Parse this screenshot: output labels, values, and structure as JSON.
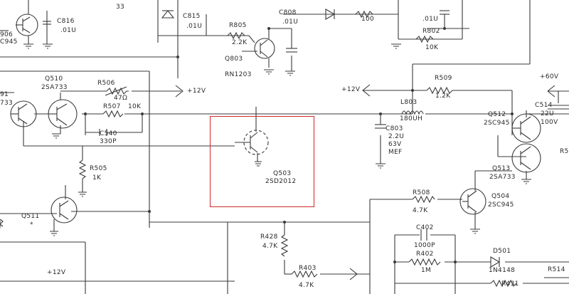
{
  "highlight_color": "#cc2a2a",
  "ink_color": "#3a3a3a",
  "labels": {
    "r_top_33": "33",
    "c816": "C816",
    "c816_val": ".01U",
    "q806_part": "906",
    "q806_type": "C945",
    "c815": "C815",
    "c815_val": ".01U",
    "r805": "R805",
    "r805_val": "2.2K",
    "q803": "Q803",
    "q803_type": "RN1203",
    "c808": "C808",
    "c808_val": ".01U",
    "r_top_100": "100",
    "c_top_val": ".01U",
    "r802": "R802",
    "r802_val": "10K",
    "plus60v": "+60V",
    "q510": "Q510",
    "q510_type": "2SA733",
    "r506": "R506",
    "r506_val": "47Ω",
    "plus12v_a": "+12V",
    "q501_part": "91",
    "q501_type": "733",
    "r507": "R507",
    "r507_val": "10K",
    "c540": "C540",
    "c540_val": "330P",
    "r505": "R505",
    "r505_val": "1K",
    "q511": "Q511",
    "q511_mark": "*",
    "plus12v_b": "+12V",
    "r509": "R509",
    "r509_val": "1.2K",
    "l803": "L803",
    "l803_val": "180UH",
    "c803": "C803",
    "c803_val1": "2.2U",
    "c803_val2": "63V",
    "c803_val3": "MEF",
    "q512": "Q512",
    "q512_type": "2SC945",
    "c514": "C514",
    "c514_val1": "22U",
    "c514_val2": "100V",
    "q513": "Q513",
    "q513_type": "2SA733",
    "r5_part": "R5",
    "q503": "Q503",
    "q503_type": "2SD2012",
    "r508": "R508",
    "r508_val": "4.7K",
    "q504": "Q504",
    "q504_type": "2SC945",
    "c402": "C402",
    "c402_val": "1000P",
    "r402": "R402",
    "r402_val": "1M",
    "d501": "D501",
    "d501_type": "1N4148",
    "r514": "R514",
    "r428": "R428",
    "r428_val": "4.7K",
    "r403": "R403",
    "r403_val": "4.7K",
    "r431": "R431",
    "plus12v_c": "+12V"
  }
}
